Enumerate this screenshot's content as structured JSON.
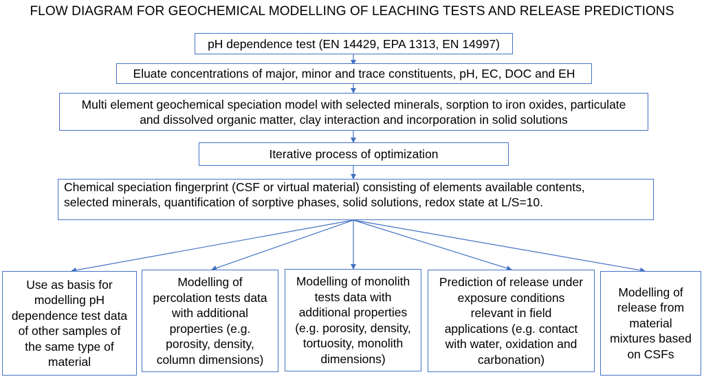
{
  "title": "FLOW DIAGRAM FOR GEOCHEMICAL MODELLING OF LEACHING TESTS AND RELEASE PREDICTIONS",
  "colors": {
    "box_border": "#4472c4",
    "arrow": "#4472c4"
  },
  "steps": [
    {
      "text": "pH dependence test (EN 14429, EPA 1313, EN 14997)"
    },
    {
      "text": "Eluate concentrations of major, minor and trace constituents, pH, EC, DOC and EH"
    },
    {
      "line1": "Multi element geochemical speciation model with selected minerals, sorption to iron oxides, particulate",
      "line2": "and dissolved organic matter, clay interaction and incorporation in solid solutions"
    },
    {
      "text": "Iterative process of optimization"
    },
    {
      "line1": "Chemical speciation fingerprint (CSF or virtual material) consisting of elements available contents,",
      "line2": "selected minerals, quantification of sorptive phases, solid solutions, redox state at L/S=10."
    }
  ],
  "outputs": [
    {
      "lines": [
        "Use as basis for",
        "modelling pH",
        "dependence test data",
        "of other samples of",
        "the same type of",
        "material"
      ]
    },
    {
      "lines": [
        "Modelling of",
        "percolation tests data",
        "with additional",
        "properties (e.g.",
        "porosity, density,",
        "column dimensions)"
      ]
    },
    {
      "lines": [
        "Modelling of monolith",
        "tests data with",
        "additional properties",
        "(e.g. porosity, density,",
        "tortuosity, monolith",
        "dimensions)"
      ]
    },
    {
      "lines": [
        "Prediction of release under",
        "exposure conditions",
        "relevant in field",
        "applications (e.g. contact",
        "with water, oxidation and",
        "carbonation)"
      ]
    },
    {
      "lines": [
        "Modelling of",
        "release from",
        "material",
        "mixtures based",
        "on CSFs"
      ]
    }
  ]
}
